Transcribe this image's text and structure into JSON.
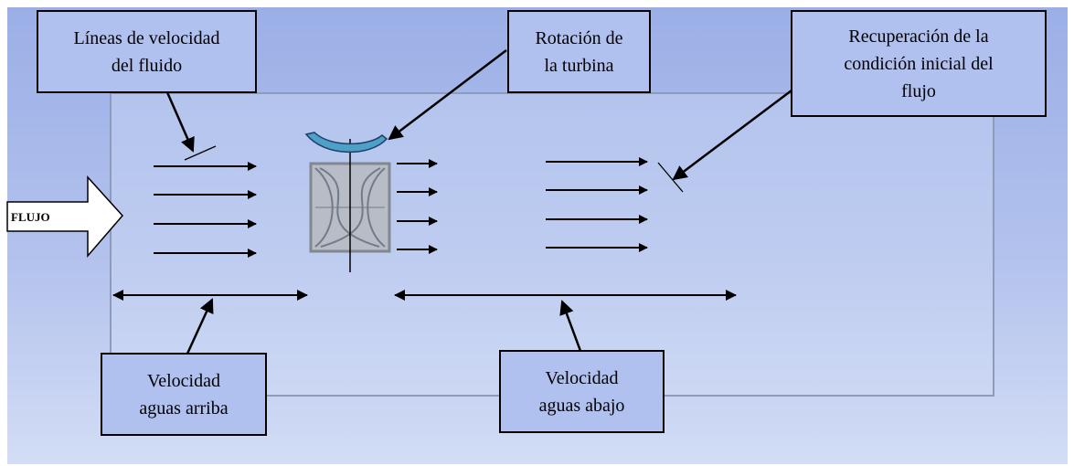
{
  "flow_arrow": {
    "label": "FLUJO"
  },
  "callouts": {
    "velocity_lines": "Líneas de velocidad\ndel fluido",
    "turbine_rotation": "Rotación de\nla turbina",
    "recovery": "Recuperación de la\ncondición inicial del\nflujo",
    "upstream": "Velocidad\naguas arriba",
    "downstream": "Velocidad\naguas abajo"
  },
  "colors": {
    "background_top": "#9bafe7",
    "background_bottom": "#d3ddf5",
    "box_fill": "#b0c0ef",
    "rotation_arrow": "#4fa0c8",
    "turbine_gray": "#808890"
  }
}
